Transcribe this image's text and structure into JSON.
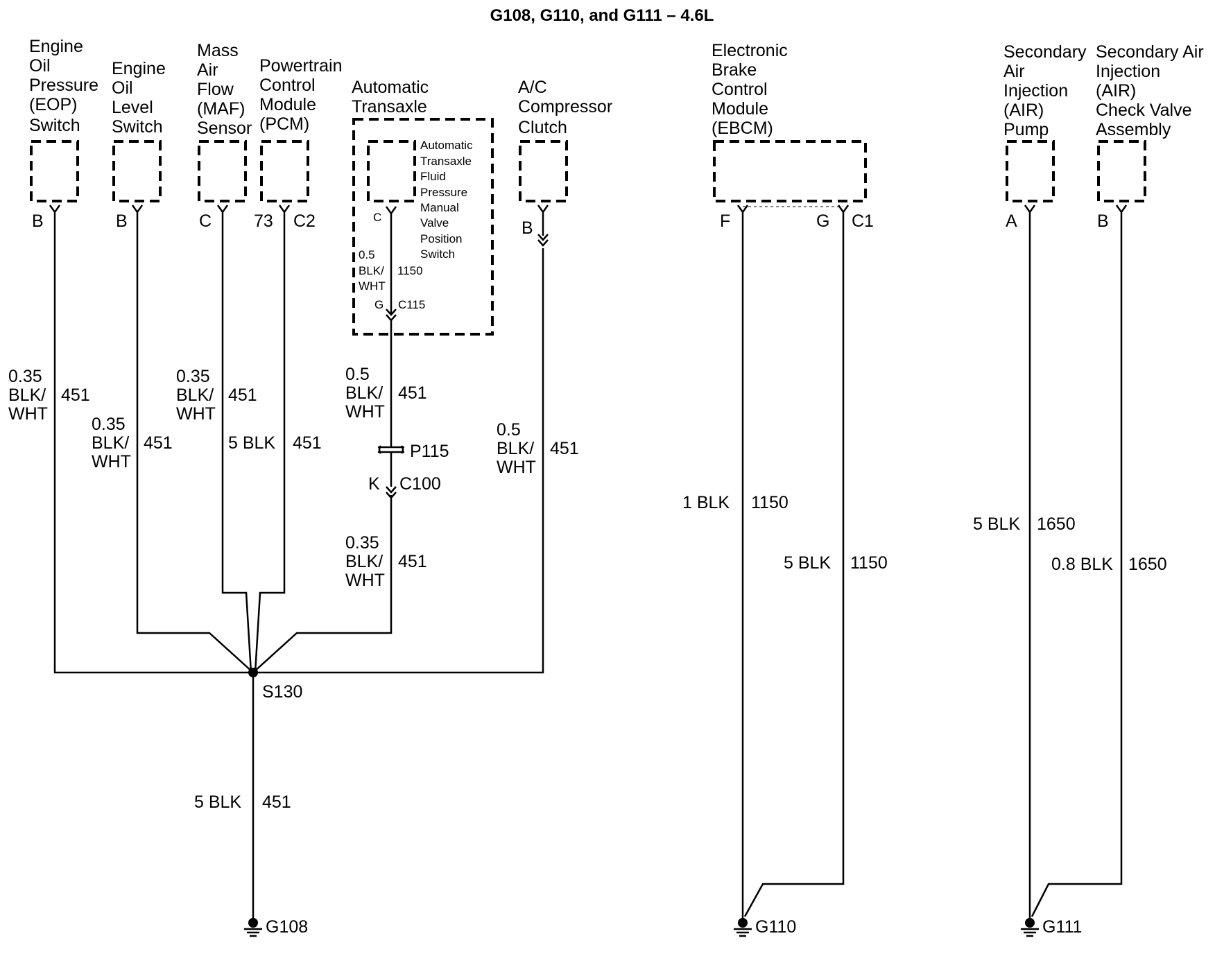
{
  "title": "G108, G110, and G111 – 4.6L",
  "components": {
    "eop": [
      "Engine",
      "Oil",
      "Pressure",
      "(EOP)",
      "Switch"
    ],
    "oil_level": [
      "Engine",
      "Oil",
      "Level",
      "Switch"
    ],
    "maf": [
      "Mass",
      "Air",
      "Flow",
      "(MAF)",
      "Sensor"
    ],
    "pcm": [
      "Powertrain",
      "Control",
      "Module",
      "(PCM)"
    ],
    "transaxle": [
      "Automatic",
      "Transaxle"
    ],
    "tfp": [
      "Automatic",
      "Transaxle",
      "Fluid",
      "Pressure",
      "Manual",
      "Valve",
      "Position",
      "Switch"
    ],
    "ac": [
      "A/C",
      "Compressor",
      "Clutch"
    ],
    "ebcm": [
      "Electronic",
      "Brake",
      "Control",
      "Module",
      "(EBCM)"
    ],
    "air_pump": [
      "Secondary",
      "Air",
      "Injection",
      "(AIR)",
      "Pump"
    ],
    "air_valve": [
      "Secondary Air",
      "Injection",
      "(AIR)",
      "Check Valve",
      "Assembly"
    ]
  },
  "pins": {
    "eop": "B",
    "oil_level": "B",
    "maf": "C",
    "pcm_pin": "73",
    "pcm_conn": "C2",
    "tfp": "C",
    "ac": "B",
    "ebcm_f": "F",
    "ebcm_g": "G",
    "ebcm_conn": "C1",
    "air_pump": "A",
    "air_valve": "B"
  },
  "wires": {
    "eop": [
      "0.35",
      "BLK/",
      "WHT",
      "451"
    ],
    "oil_level": [
      "0.35",
      "BLK/",
      "WHT",
      "451"
    ],
    "maf": [
      "0.35",
      "BLK/",
      "WHT",
      "451"
    ],
    "pcm": [
      "5 BLK",
      "451"
    ],
    "tfp_internal": [
      "0.5",
      "BLK/",
      "WHT",
      "1150"
    ],
    "trans_upper": [
      "0.5",
      "BLK/",
      "WHT",
      "451"
    ],
    "trans_lower": [
      "0.35",
      "BLK/",
      "WHT",
      "451"
    ],
    "ac": [
      "0.5",
      "BLK/",
      "WHT",
      "451"
    ],
    "g108": [
      "5 BLK",
      "451"
    ],
    "ebcm_f": [
      "1 BLK",
      "1150"
    ],
    "ebcm_g": [
      "5 BLK",
      "1150"
    ],
    "air_pump": [
      "5 BLK",
      "1650"
    ],
    "air_valve": [
      "0.8 BLK",
      "1650"
    ]
  },
  "connectors": {
    "c115_pin": "G",
    "c115": "C115",
    "p115": "P115",
    "c100_pin": "K",
    "c100": "C100"
  },
  "splices": {
    "s130": "S130"
  },
  "grounds": {
    "g108": "G108",
    "g110": "G110",
    "g111": "G111"
  }
}
